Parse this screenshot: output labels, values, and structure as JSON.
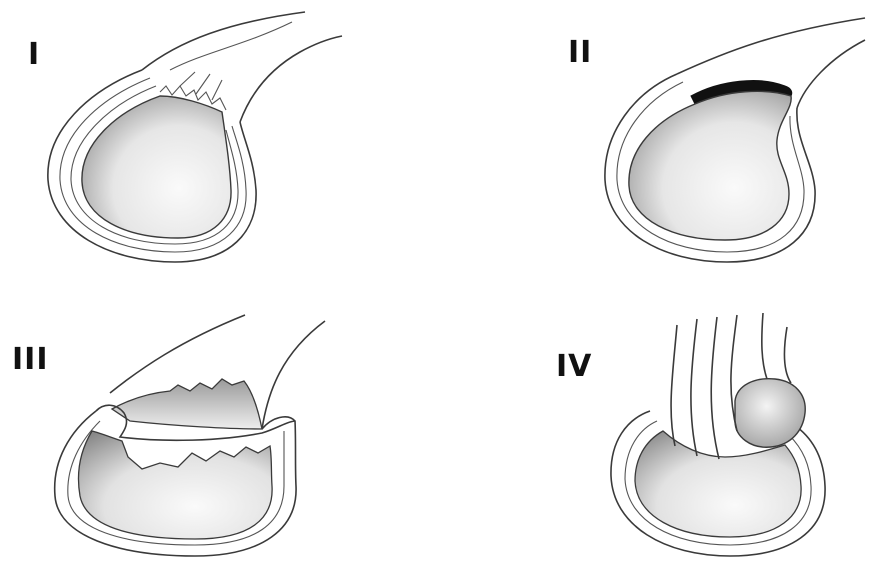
{
  "figure": {
    "panels": [
      {
        "id": "I",
        "label": "I"
      },
      {
        "id": "II",
        "label": "II"
      },
      {
        "id": "III",
        "label": "III"
      },
      {
        "id": "IV",
        "label": "IV"
      }
    ],
    "colors": {
      "line": "#3a3a3a",
      "shade_dark": "#9a9a9a",
      "shade_light": "#f4f4f4",
      "band_dark": "#111111"
    }
  }
}
